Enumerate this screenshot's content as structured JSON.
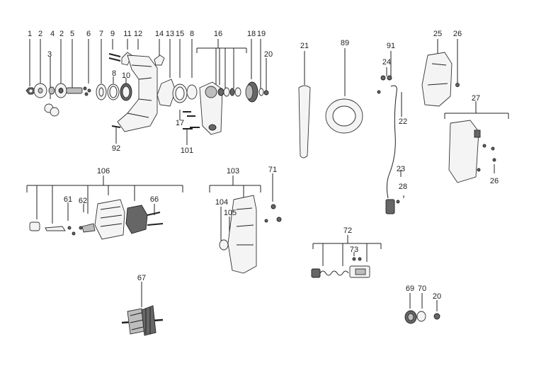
{
  "diagram": {
    "labels": {
      "l1": "1",
      "l2a": "2",
      "l2b": "2",
      "l3": "3",
      "l4": "4",
      "l5": "5",
      "l6": "6",
      "l7": "7",
      "l8a": "8",
      "l8b": "8",
      "l9": "9",
      "l10": "10",
      "l11": "11",
      "l12": "12",
      "l13": "13",
      "l14": "14",
      "l15": "15",
      "l16": "16",
      "l17": "17",
      "l18": "18",
      "l19": "19",
      "l20a": "20",
      "l20b": "20",
      "l21": "21",
      "l22": "22",
      "l23": "23",
      "l24": "24",
      "l25": "25",
      "l26a": "26",
      "l26b": "26",
      "l27": "27",
      "l28": "28",
      "l61": "61",
      "l62": "62",
      "l66": "66",
      "l67": "67",
      "l69": "69",
      "l70": "70",
      "l71": "71",
      "l72": "72",
      "l73": "73",
      "l89": "89",
      "l91": "91",
      "l92": "92",
      "l101": "101",
      "l103": "103",
      "l104": "104",
      "l105": "105",
      "l106": "106"
    }
  }
}
